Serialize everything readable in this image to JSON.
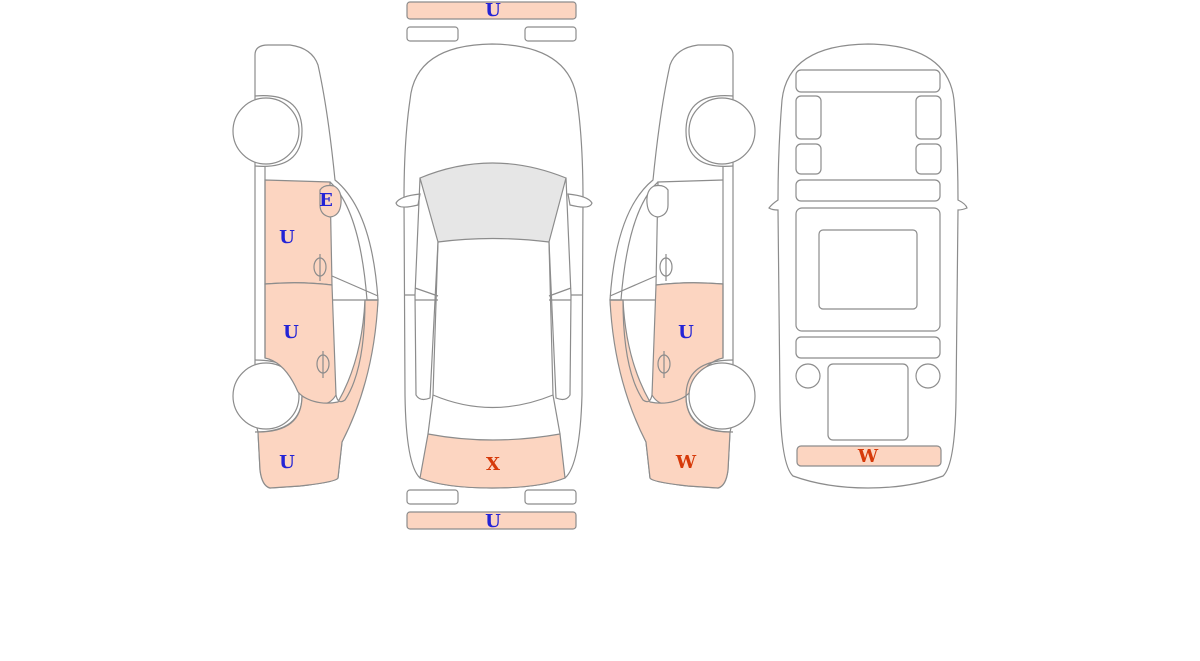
{
  "colors": {
    "damage_fill": "#fcd5c1",
    "glass_fill": "#e6e6e6",
    "code_blue": "#2424d6",
    "code_red": "#d63a0a",
    "outline": "#8c8c8c"
  },
  "marks": {
    "front_bumper": {
      "code": "U",
      "color": "blue"
    },
    "rear_bumper": {
      "code": "U",
      "color": "blue"
    },
    "trunk_lid": {
      "code": "X",
      "color": "red"
    },
    "left_mirror": {
      "code": "E",
      "color": "blue"
    },
    "left_front_door": {
      "code": "U",
      "color": "blue"
    },
    "left_rear_door": {
      "code": "U",
      "color": "blue"
    },
    "left_rear_fender": {
      "code": "U",
      "color": "blue"
    },
    "right_rear_door": {
      "code": "U",
      "color": "blue"
    },
    "right_rear_fender": {
      "code": "W",
      "color": "red"
    },
    "underbody_rear": {
      "code": "W",
      "color": "red"
    }
  }
}
